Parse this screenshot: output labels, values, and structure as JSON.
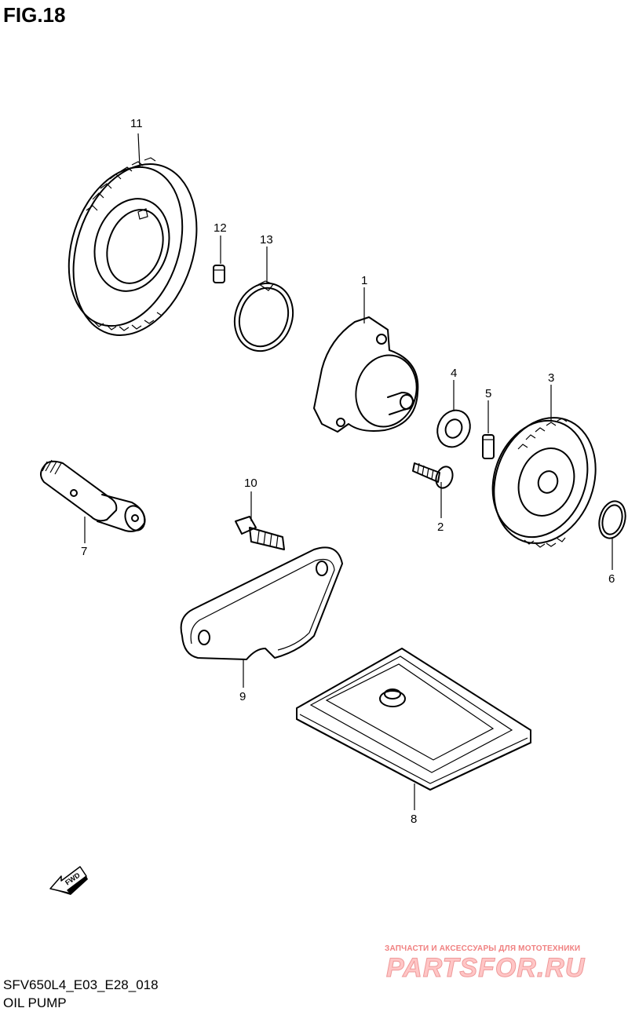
{
  "figure": {
    "title": "FIG.18"
  },
  "callouts": {
    "p1": "1",
    "p2": "2",
    "p3": "3",
    "p4": "4",
    "p5": "5",
    "p6": "6",
    "p7": "7",
    "p8": "8",
    "p9": "9",
    "p10": "10",
    "p11": "11",
    "p12": "12",
    "p13": "13"
  },
  "fwd_arrow": {
    "label": "FWD"
  },
  "footer": {
    "code": "SFV650L4_E03_E28_018",
    "name": "OIL PUMP"
  },
  "watermark": {
    "tagline": "ЗАПЧАСТИ И АКСЕССУАРЫ ДЛЯ МОТОТЕХНИКИ",
    "brand": "PARTSFOR.RU",
    "color": "#f08080"
  }
}
